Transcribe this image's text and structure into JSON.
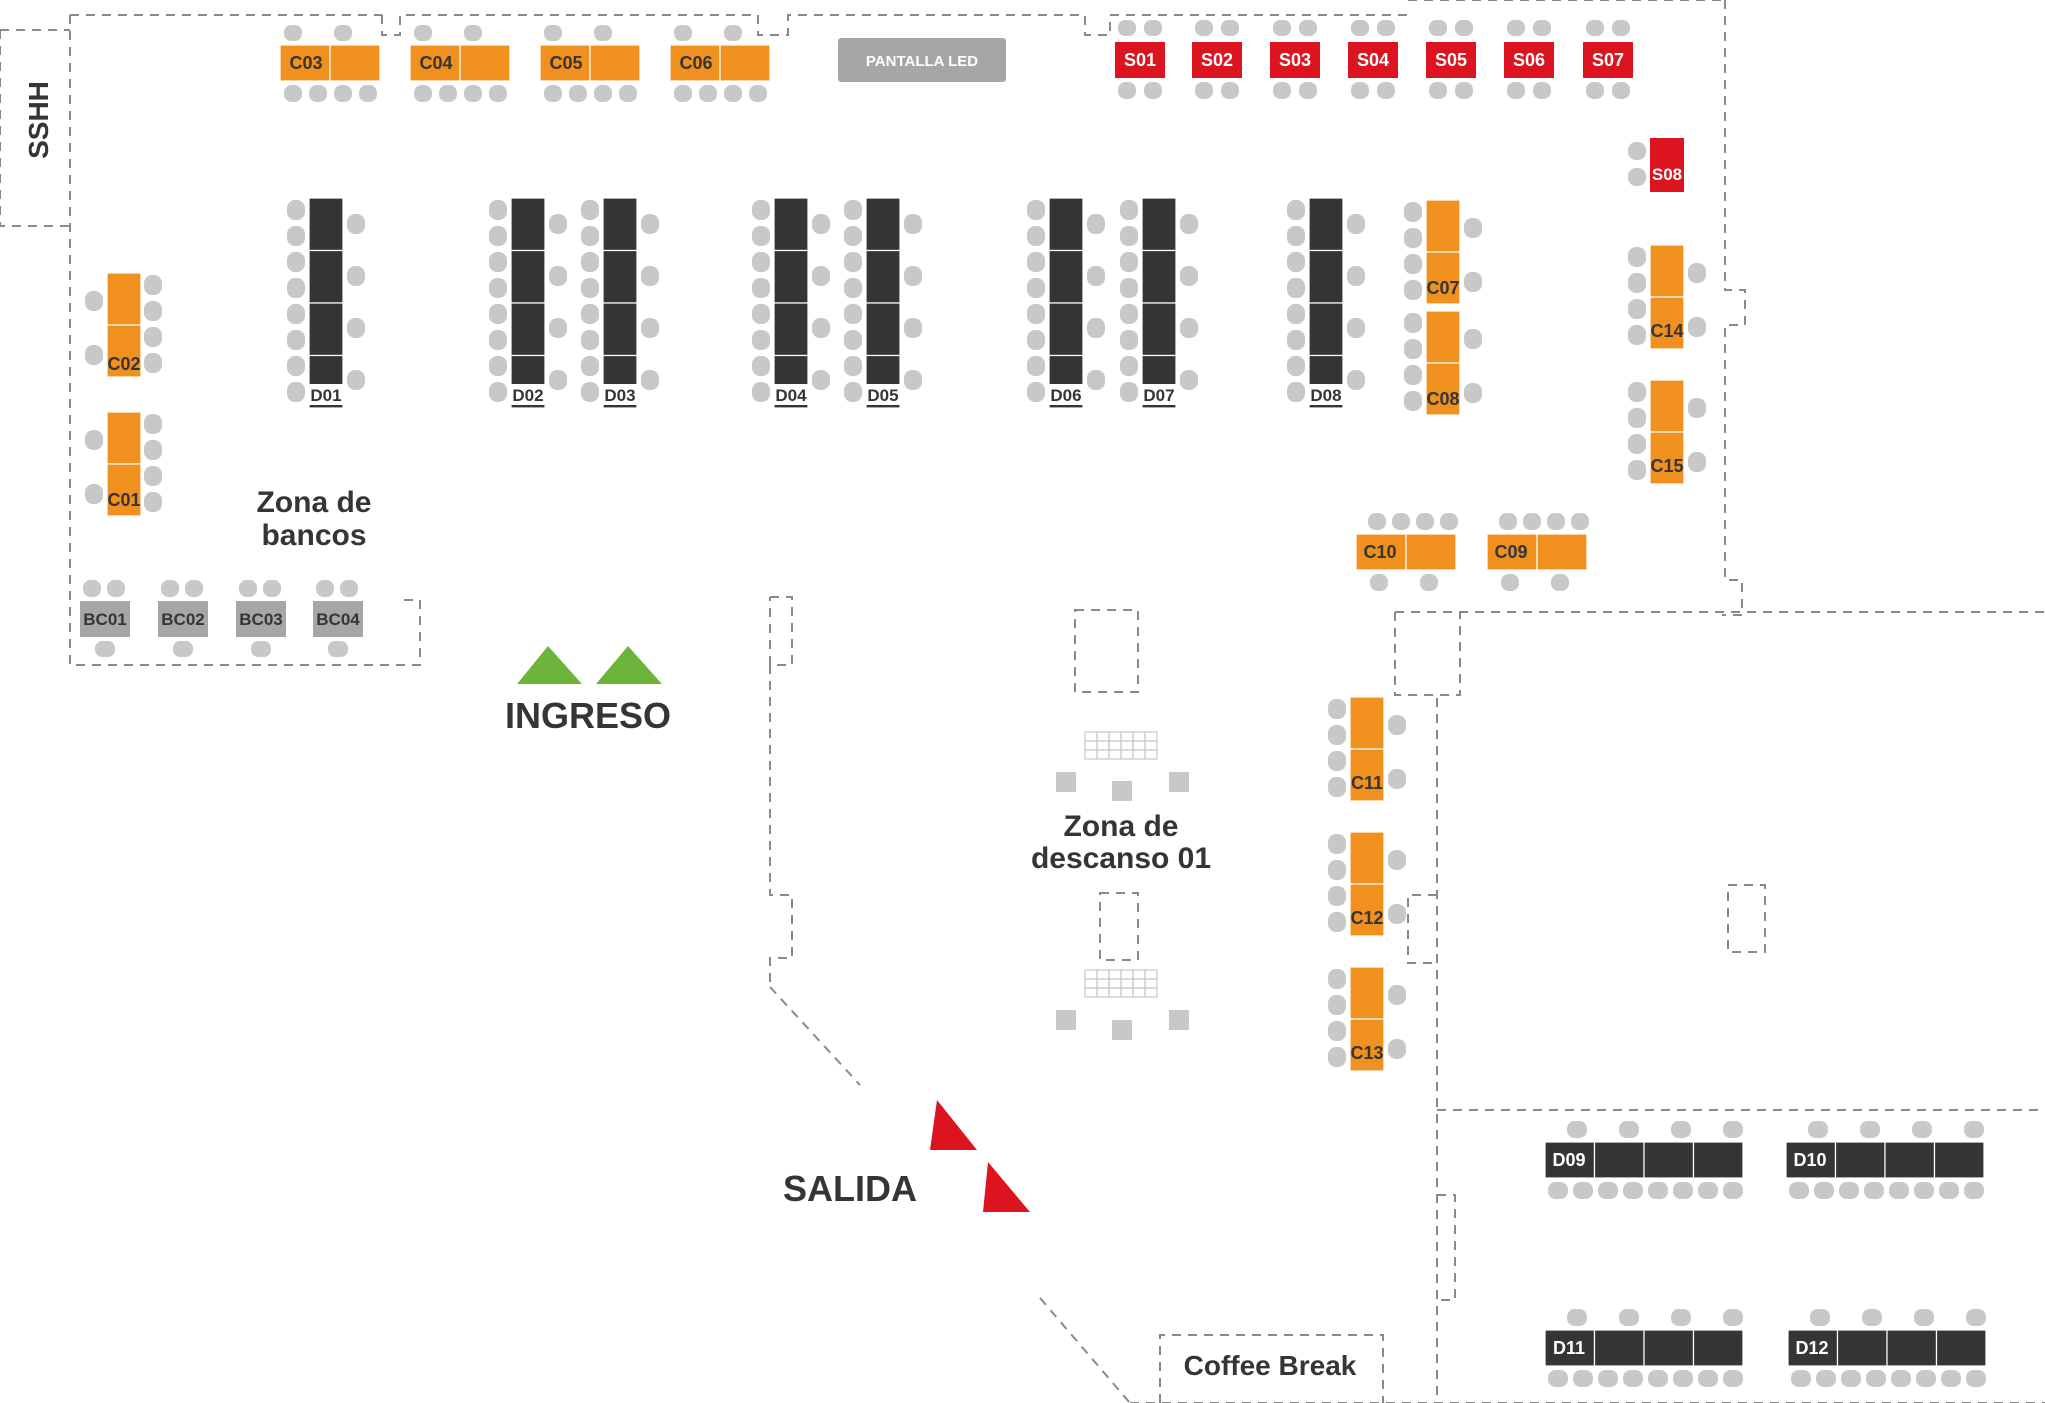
{
  "colors": {
    "background": "#ffffff",
    "wall": "#8a8a8a",
    "chair": "#c8c8c8",
    "dark_table": "#353535",
    "orange_table": "#f0901e",
    "red_table": "#dc1420",
    "gray_table": "#a6a6a6",
    "led_screen": "#a6a6a6",
    "entry_arrow": "#6cb43a",
    "exit_arrow": "#dc1420",
    "zone_text": "#353535"
  },
  "labels": {
    "sshh": "SSHH",
    "led": "PANTALLA LED",
    "zona_bancos_line1": "Zona de",
    "zona_bancos_line2": "bancos",
    "ingreso": "INGRESO",
    "salida": "SALIDA",
    "zona_descanso_line1": "Zona de",
    "zona_descanso_line2": "descanso 01",
    "coffee_break": "Coffee Break"
  },
  "icons": {
    "entry": "up-triangle-arrow",
    "exit": "diagonal-triangle-arrow",
    "chair": "rounded-chair"
  },
  "tables": {
    "red": [
      "S01",
      "S02",
      "S03",
      "S04",
      "S05",
      "S06",
      "S07",
      "S08"
    ],
    "orange": [
      "C01",
      "C02",
      "C03",
      "C04",
      "C05",
      "C06",
      "C07",
      "C08",
      "C09",
      "C10",
      "C11",
      "C12",
      "C13",
      "C14",
      "C15"
    ],
    "dark": [
      "D01",
      "D02",
      "D03",
      "D04",
      "D05",
      "D06",
      "D07",
      "D08",
      "D09",
      "D10",
      "D11",
      "D12"
    ],
    "gray": [
      "BC01",
      "BC02",
      "BC03",
      "BC04"
    ]
  }
}
